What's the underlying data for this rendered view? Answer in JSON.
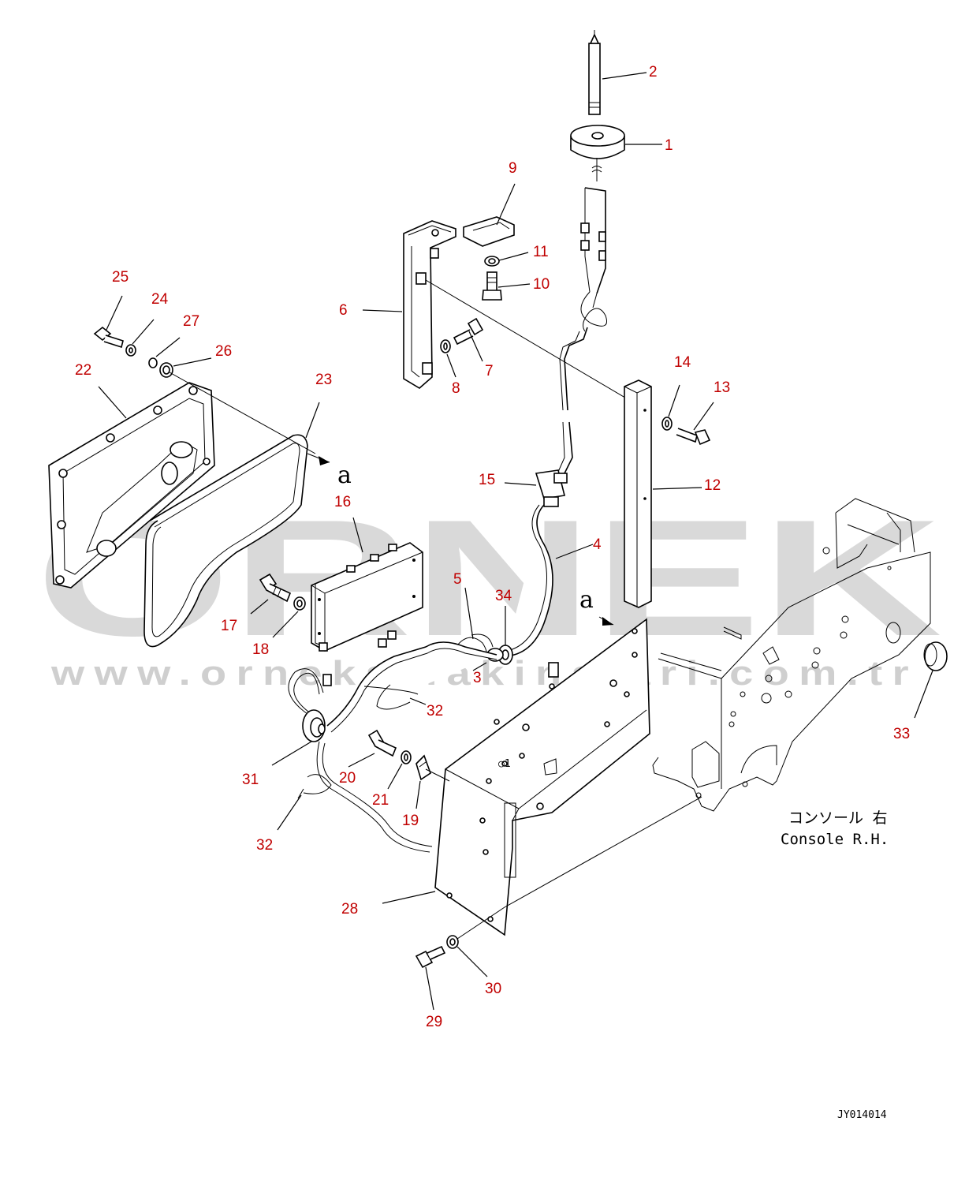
{
  "watermark": {
    "brand": "ORNEK",
    "url": "www.orneksmakinalari.com.tr"
  },
  "notes": {
    "console_jp": "コンソール 右",
    "console_en": "Console R.H.",
    "drawing_ref": "JY014014"
  },
  "view_arrows": [
    "a",
    "a"
  ],
  "colors": {
    "callout": "#c00000",
    "watermark": "#d9d9d9",
    "line": "#000000"
  },
  "callouts": [
    {
      "label": "1"
    },
    {
      "label": "2"
    },
    {
      "label": "3"
    },
    {
      "label": "4"
    },
    {
      "label": "5"
    },
    {
      "label": "6"
    },
    {
      "label": "7"
    },
    {
      "label": "8"
    },
    {
      "label": "9"
    },
    {
      "label": "10"
    },
    {
      "label": "11"
    },
    {
      "label": "12"
    },
    {
      "label": "13"
    },
    {
      "label": "14"
    },
    {
      "label": "15"
    },
    {
      "label": "16"
    },
    {
      "label": "17"
    },
    {
      "label": "18"
    },
    {
      "label": "19"
    },
    {
      "label": "20"
    },
    {
      "label": "21"
    },
    {
      "label": "22"
    },
    {
      "label": "23"
    },
    {
      "label": "24"
    },
    {
      "label": "25"
    },
    {
      "label": "26"
    },
    {
      "label": "27"
    },
    {
      "label": "28"
    },
    {
      "label": "29"
    },
    {
      "label": "30"
    },
    {
      "label": "31"
    },
    {
      "label": "32"
    },
    {
      "label": "32"
    },
    {
      "label": "33"
    },
    {
      "label": "34"
    }
  ]
}
